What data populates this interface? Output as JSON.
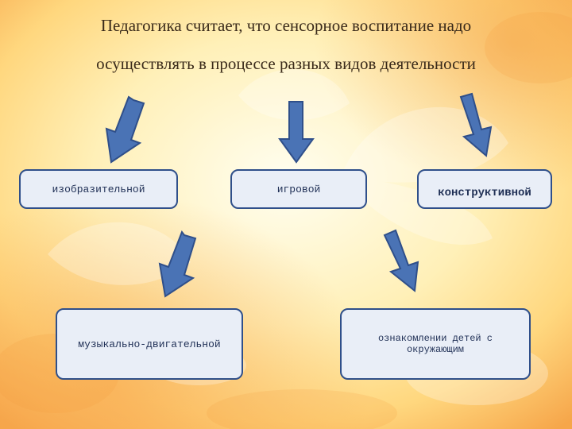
{
  "title": {
    "line1": "Педагогика считает, что сенсорное воспитание надо",
    "line2": "осуществлять в процессе разных видов деятельности"
  },
  "boxes": {
    "b1": "изобразительной",
    "b2": "игровой",
    "b3": "конструктивной",
    "b4": "музыкально-двигательной",
    "b5_line1": "ознакомлении детей с",
    "b5_line2": "окружающим"
  },
  "colors": {
    "arrow_fill": "#4a73b5",
    "arrow_stroke": "#2f4f8a",
    "box_fill": "#e9eef7",
    "box_border": "#2f4f8a"
  }
}
